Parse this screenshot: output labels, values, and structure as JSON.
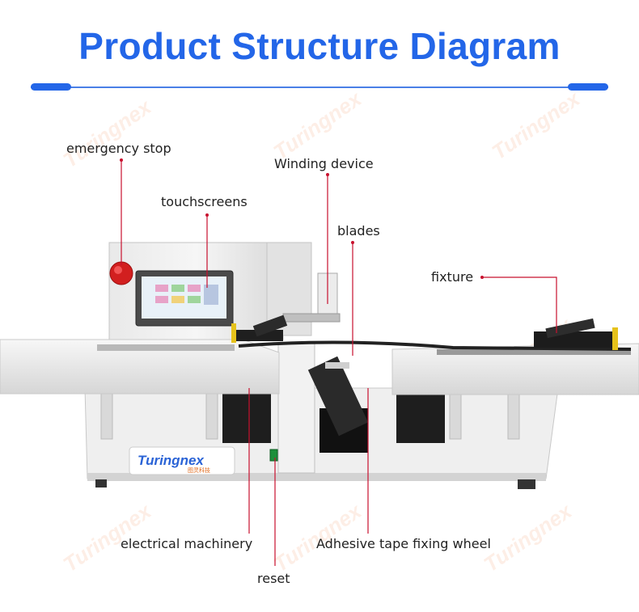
{
  "title": "Product Structure Diagram",
  "brand": "Turingnex",
  "brand_cn": "图灵科技",
  "labels": {
    "emergency_stop": "emergency stop",
    "winding_device": "Winding device",
    "touchscreens": "touchscreens",
    "blades": "blades",
    "fixture": "fixture",
    "electrical_machinery": "electrical machinery",
    "adhesive_tape": "Adhesive tape fixing wheel",
    "reset": "reset"
  },
  "colors": {
    "title": "#2366e8",
    "leader": "#c8102e",
    "machine": "#eeeeee",
    "emergency": "#d21f1f"
  }
}
